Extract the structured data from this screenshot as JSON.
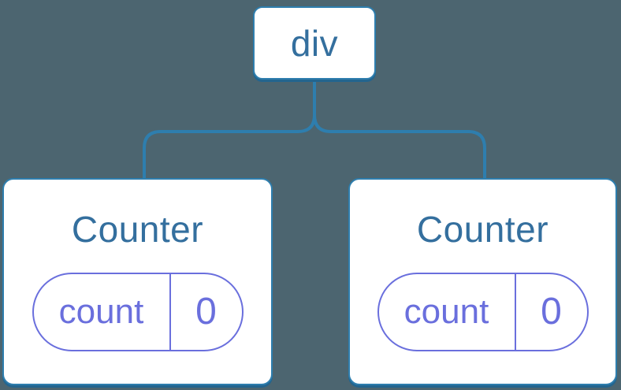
{
  "tree": {
    "root": {
      "label": "div"
    },
    "children": [
      {
        "title": "Counter",
        "state": {
          "key": "count",
          "value": "0"
        }
      },
      {
        "title": "Counter",
        "state": {
          "key": "count",
          "value": "0"
        }
      }
    ]
  },
  "colors": {
    "background": "#4c6570",
    "card_fill": "#ffffff",
    "node_border": "#2e7eae",
    "node_shadow": "#23658f",
    "tree_line": "#2e7eae",
    "node_title_text": "#346f9e",
    "state_accent": "#6a6fdd"
  }
}
